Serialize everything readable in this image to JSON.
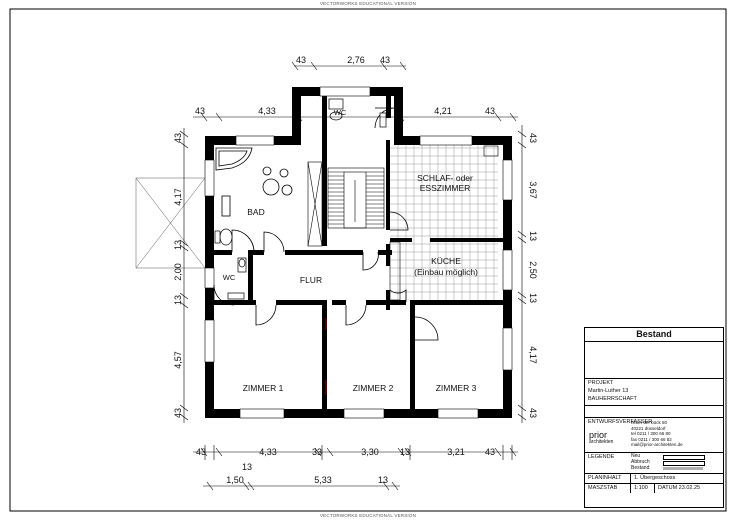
{
  "watermark": {
    "top": "VECTORWORKS EDUCATIONAL VERSION",
    "bottom": "VECTORWORKS EDUCATIONAL VERSION"
  },
  "rooms": {
    "wc_top": "WC",
    "bad": "BAD",
    "schlaf_line1": "SCHLAF- oder",
    "schlaf_line2": "ESSZIMMER",
    "kueche_line1": "KÜCHE",
    "kueche_line2": "(Einbau möglich)",
    "wc_left": "WC",
    "flur": "FLUR",
    "zimmer1": "ZIMMER 1",
    "zimmer2": "ZIMMER 2",
    "zimmer3": "ZIMMER 3"
  },
  "dimensions": {
    "top_stair": [
      "43",
      "2,76",
      "43"
    ],
    "top_row": [
      "43",
      "4,33",
      "4,21",
      "43"
    ],
    "right": [
      "43",
      "3,67",
      "13",
      "2,50",
      "13",
      "4,17",
      "43"
    ],
    "left": [
      "43",
      "4,17",
      "13",
      "2,00",
      "13",
      "4,57",
      "43"
    ],
    "bottom_row": [
      "43",
      "4,33",
      "33",
      "3,30",
      "13",
      "3,21",
      "43"
    ],
    "bottom_second_top": "13",
    "bottom_second": [
      "1,50",
      "5,33",
      "13"
    ]
  },
  "title_block": {
    "title": "Bestand",
    "projekt_label": "PROJEKT",
    "projekt_value": "Martin-Luther 13",
    "bauherr_label": "BAUHERRSCHAFT",
    "verfasser_label": "ENTWURFSVERFASSER",
    "logo_line1": "prior",
    "logo_line2": "architekten",
    "address": [
      "hinter der böck  50",
      "40221        düsseldorf",
      "tel   0211 / 300 66 80",
      "fax   0211 / 300 66 82",
      "mail@prior-architekten.de"
    ],
    "legende_label": "LEGENDE",
    "legend_items": [
      "Neu",
      "Abbruch",
      "Bestand"
    ],
    "legend_colors": [
      "#ffffff",
      "#ffffff",
      "#b0b0b0"
    ],
    "planinhalt_label": "PLANINHALT",
    "planinhalt_value": "1. Übergeschoss",
    "massstab_label": "MASZSTAB",
    "massstab_value": "1:100",
    "datum_value": "DATUM 23.02.25"
  }
}
